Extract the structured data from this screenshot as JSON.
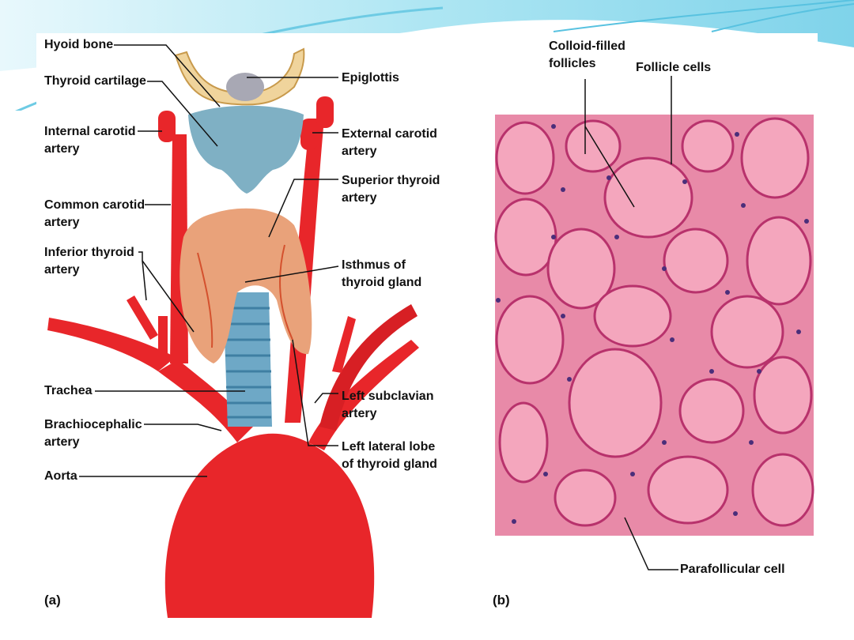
{
  "panel_a": {
    "tag": "(a)",
    "labels": {
      "hyoid": "Hyoid bone",
      "thyroid_cartilage": "Thyroid cartilage",
      "internal_carotid": "Internal carotid\nartery",
      "common_carotid": "Common carotid\nartery",
      "inferior_thyroid": "Inferior thyroid\nartery",
      "trachea": "Trachea",
      "brachiocephalic": "Brachiocephalic\nartery",
      "aorta": "Aorta",
      "epiglottis": "Epiglottis",
      "external_carotid": "External carotid\nartery",
      "superior_thyroid": "Superior thyroid\nartery",
      "isthmus": "Isthmus of\nthyroid gland",
      "left_subclavian": "Left subclavian\nartery",
      "left_lateral_lobe": "Left lateral lobe\nof thyroid gland"
    }
  },
  "panel_b": {
    "tag": "(b)",
    "labels": {
      "colloid": "Colloid-filled\nfollicles",
      "follicle_cells": "Follicle cells",
      "parafollicular": "Parafollicular cell"
    }
  },
  "colors": {
    "artery": "#e8262a",
    "cartilage": "#7fb0c4",
    "thyroid": "#e9a27a",
    "tissue_bg": "#e88aa8",
    "colloid": "#f4a6bd",
    "nucleus": "#4a2e7a"
  }
}
